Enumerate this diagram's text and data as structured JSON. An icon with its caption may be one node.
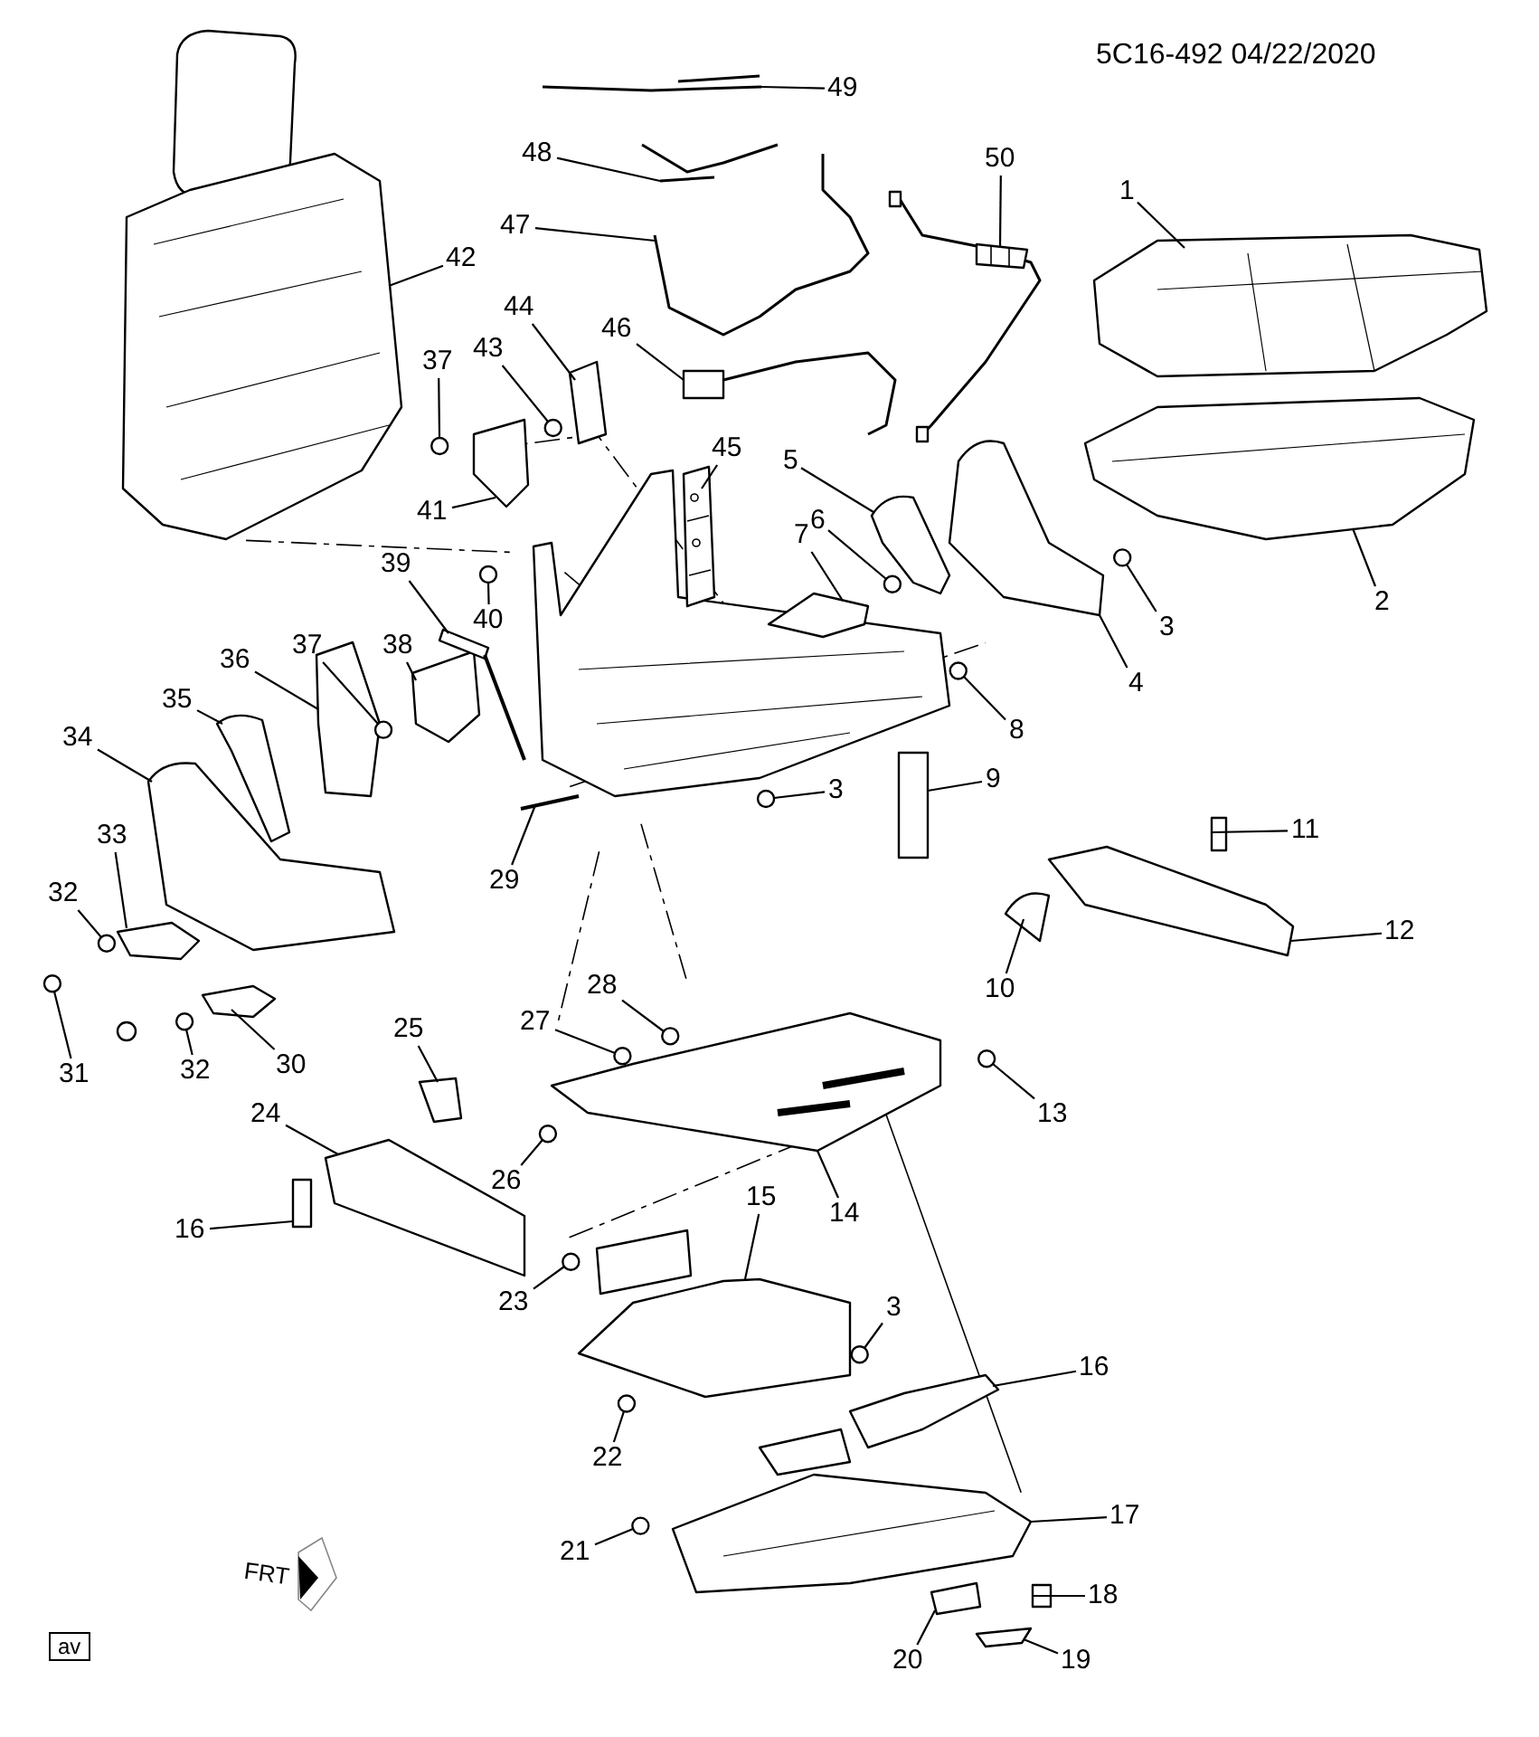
{
  "diagram": {
    "nodes": [
      {
        "text": [
          "1"
        ]
      },
      {
        "text": [
          "2"
        ]
      },
      {
        "text": [
          "3"
        ]
      },
      {
        "text": [
          "4"
        ]
      },
      {
        "text": [
          "5"
        ]
      },
      {
        "text": [
          "6"
        ]
      },
      {
        "text": [
          "7"
        ]
      },
      {
        "text": [
          "8"
        ]
      },
      {
        "text": [
          "9"
        ]
      },
      {
        "text": [
          "3"
        ]
      },
      {
        "text": [
          "10"
        ]
      },
      {
        "text": [
          "11"
        ]
      },
      {
        "text": [
          "12"
        ]
      },
      {
        "text": [
          "13"
        ]
      },
      {
        "text": [
          "14"
        ]
      },
      {
        "text": [
          "15"
        ]
      },
      {
        "text": [
          "3"
        ]
      },
      {
        "text": [
          "16"
        ]
      },
      {
        "text": [
          "16"
        ]
      },
      {
        "text": [
          "17"
        ]
      },
      {
        "text": [
          "18"
        ]
      },
      {
        "text": [
          "19"
        ]
      },
      {
        "text": [
          "20"
        ]
      },
      {
        "text": [
          "21"
        ]
      },
      {
        "text": [
          "22"
        ]
      },
      {
        "text": [
          "23"
        ]
      },
      {
        "text": [
          "24"
        ]
      },
      {
        "text": [
          "25"
        ]
      },
      {
        "text": [
          "26"
        ]
      },
      {
        "text": [
          "27"
        ]
      },
      {
        "text": [
          "28"
        ]
      },
      {
        "text": [
          "29"
        ]
      },
      {
        "text": [
          "30"
        ]
      },
      {
        "text": [
          "31"
        ]
      },
      {
        "text": [
          "32"
        ]
      },
      {
        "text": [
          "32"
        ]
      },
      {
        "text": [
          "33"
        ]
      },
      {
        "text": [
          "34"
        ]
      },
      {
        "text": [
          "35"
        ]
      },
      {
        "text": [
          "36"
        ]
      },
      {
        "text": [
          "37"
        ]
      },
      {
        "text": [
          "37"
        ]
      },
      {
        "text": [
          "38"
        ]
      },
      {
        "text": [
          "39"
        ]
      },
      {
        "text": [
          "40"
        ]
      },
      {
        "text": [
          "41"
        ]
      },
      {
        "text": [
          "42"
        ]
      },
      {
        "text": [
          "43"
        ]
      },
      {
        "text": [
          "44"
        ]
      },
      {
        "text": [
          "45"
        ]
      },
      {
        "text": [
          "46"
        ]
      },
      {
        "text": [
          "47"
        ]
      },
      {
        "text": [
          "48"
        ]
      },
      {
        "text": [
          "49"
        ]
      },
      {
        "text": [
          "50"
        ]
      },
      {
        "text": [],
        "shape": "picture"
      },
      {
        "text": [],
        "shape": "picture"
      },
      {
        "text": [],
        "shape": "circle"
      },
      {
        "text": [],
        "shape": "picture"
      },
      {
        "text": [],
        "shape": "picture"
      },
      {
        "text": [],
        "shape": "circle"
      },
      {
        "text": [],
        "shape": "picture"
      },
      {
        "text": [],
        "shape": "circle"
      },
      {
        "text": [],
        "shape": "box"
      },
      {
        "text": [],
        "shape": "circle"
      },
      {
        "text": [],
        "shape": "picture"
      },
      {
        "text": [],
        "shape": "box"
      },
      {
        "text": [],
        "shape": "picture"
      },
      {
        "text": [],
        "shape": "circle"
      },
      {
        "text": [],
        "shape": "picture"
      },
      {
        "text": [],
        "shape": "picture"
      },
      {
        "text": [],
        "shape": "circle"
      },
      {
        "text": [],
        "shape": "picture"
      },
      {
        "text": [],
        "shape": "box"
      },
      {
        "text": [],
        "shape": "picture"
      },
      {
        "text": [],
        "shape": "box"
      },
      {
        "text": [],
        "shape": "picture"
      },
      {
        "text": [],
        "shape": "picture"
      },
      {
        "text": [],
        "shape": "circle"
      },
      {
        "text": [],
        "shape": "circle"
      },
      {
        "text": [],
        "shape": "circle"
      },
      {
        "text": [],
        "shape": "picture"
      },
      {
        "text": [],
        "shape": "picture"
      },
      {
        "text": [],
        "shape": "circle"
      },
      {
        "text": [],
        "shape": "circle"
      },
      {
        "text": [],
        "shape": "circle"
      },
      {
        "text": [],
        "shape": "picture"
      },
      {
        "text": [],
        "shape": "picture"
      },
      {
        "text": [],
        "shape": "circle"
      },
      {
        "text": [],
        "shape": "circle"
      },
      {
        "text": [],
        "shape": "circle"
      },
      {
        "text": [],
        "shape": "picture"
      },
      {
        "text": [],
        "shape": "picture"
      },
      {
        "text": [],
        "shape": "picture"
      },
      {
        "text": [],
        "shape": "picture"
      },
      {
        "text": [],
        "shape": "circle"
      },
      {
        "text": [],
        "shape": "circle"
      },
      {
        "text": [],
        "shape": "picture"
      },
      {
        "text": [],
        "shape": "picture"
      },
      {
        "text": [],
        "shape": "circle"
      },
      {
        "text": [],
        "shape": "picture"
      },
      {
        "text": [],
        "shape": "picture"
      },
      {
        "text": [],
        "shape": "circle"
      },
      {
        "text": [],
        "shape": "picture"
      },
      {
        "text": [],
        "shape": "picture"
      },
      {
        "text": [],
        "shape": "picture"
      },
      {
        "text": [],
        "shape": "picture"
      },
      {
        "text": [],
        "shape": "picture"
      },
      {
        "text": [],
        "shape": "picture"
      },
      {
        "text": [],
        "shape": "picture"
      }
    ],
    "edges": [
      {
        "from": 0,
        "to": 55,
        "arrow": "none"
      },
      {
        "from": 1,
        "to": 56,
        "arrow": "none"
      },
      {
        "from": 2,
        "to": 57,
        "arrow": "none"
      },
      {
        "from": 3,
        "to": 58,
        "arrow": "none"
      },
      {
        "from": 4,
        "to": 59,
        "arrow": "none"
      },
      {
        "from": 5,
        "to": 60,
        "arrow": "none"
      },
      {
        "from": 6,
        "to": 61,
        "arrow": "none"
      },
      {
        "from": 7,
        "to": 62,
        "arrow": "none"
      },
      {
        "from": 8,
        "to": 63,
        "arrow": "none"
      },
      {
        "from": 9,
        "to": 64,
        "arrow": "none"
      },
      {
        "from": 10,
        "to": 65,
        "arrow": "none"
      },
      {
        "from": 11,
        "to": 66,
        "arrow": "none"
      },
      {
        "from": 12,
        "to": 67,
        "arrow": "none"
      },
      {
        "from": 13,
        "to": 68,
        "arrow": "none"
      },
      {
        "from": 14,
        "to": 69,
        "arrow": "none"
      },
      {
        "from": 15,
        "to": 70,
        "arrow": "none"
      },
      {
        "from": 16,
        "to": 71,
        "arrow": "none"
      },
      {
        "from": 17,
        "to": 72,
        "arrow": "none"
      },
      {
        "from": 18,
        "to": 73,
        "arrow": "none"
      },
      {
        "from": 19,
        "to": 74,
        "arrow": "none"
      },
      {
        "from": 20,
        "to": 75,
        "arrow": "none"
      },
      {
        "from": 21,
        "to": 76,
        "arrow": "none"
      },
      {
        "from": 22,
        "to": 77,
        "arrow": "none"
      },
      {
        "from": 23,
        "to": 78,
        "arrow": "none"
      },
      {
        "from": 24,
        "to": 79,
        "arrow": "none"
      },
      {
        "from": 25,
        "to": 80,
        "arrow": "none"
      },
      {
        "from": 26,
        "to": 81,
        "arrow": "none"
      },
      {
        "from": 27,
        "to": 82,
        "arrow": "none"
      },
      {
        "from": 28,
        "to": 83,
        "arrow": "none"
      },
      {
        "from": 29,
        "to": 84,
        "arrow": "none"
      },
      {
        "from": 30,
        "to": 85,
        "arrow": "none"
      },
      {
        "from": 31,
        "to": 86,
        "arrow": "none"
      },
      {
        "from": 32,
        "to": 87,
        "arrow": "none"
      },
      {
        "from": 33,
        "to": 88,
        "arrow": "none"
      },
      {
        "from": 34,
        "to": 89,
        "arrow": "none"
      },
      {
        "from": 35,
        "to": 90,
        "arrow": "none"
      },
      {
        "from": 36,
        "to": 91,
        "arrow": "none"
      },
      {
        "from": 37,
        "to": 92,
        "arrow": "none"
      },
      {
        "from": 38,
        "to": 93,
        "arrow": "none"
      },
      {
        "from": 39,
        "to": 94,
        "arrow": "none"
      },
      {
        "from": 40,
        "to": 95,
        "arrow": "none"
      },
      {
        "from": 41,
        "to": 96,
        "arrow": "none"
      },
      {
        "from": 42,
        "to": 97,
        "arrow": "none"
      },
      {
        "from": 43,
        "to": 98,
        "arrow": "none"
      },
      {
        "from": 44,
        "to": 99,
        "arrow": "none"
      },
      {
        "from": 45,
        "to": 100,
        "arrow": "none"
      },
      {
        "from": 46,
        "to": 101,
        "arrow": "none"
      },
      {
        "from": 47,
        "to": 102,
        "arrow": "none"
      },
      {
        "from": 48,
        "to": 103,
        "arrow": "none"
      },
      {
        "from": 49,
        "to": 104,
        "arrow": "none"
      },
      {
        "from": 50,
        "to": 105,
        "arrow": "none"
      },
      {
        "from": 51,
        "to": 106,
        "arrow": "none"
      },
      {
        "from": 52,
        "to": 107,
        "arrow": "none"
      },
      {
        "from": 53,
        "to": 108,
        "arrow": "none"
      },
      {
        "from": 54,
        "to": 109,
        "arrow": "none"
      }
    ],
    "labels": [
      "5C16-492 04/22/2020",
      "FRT",
      "av"
    ]
  }
}
